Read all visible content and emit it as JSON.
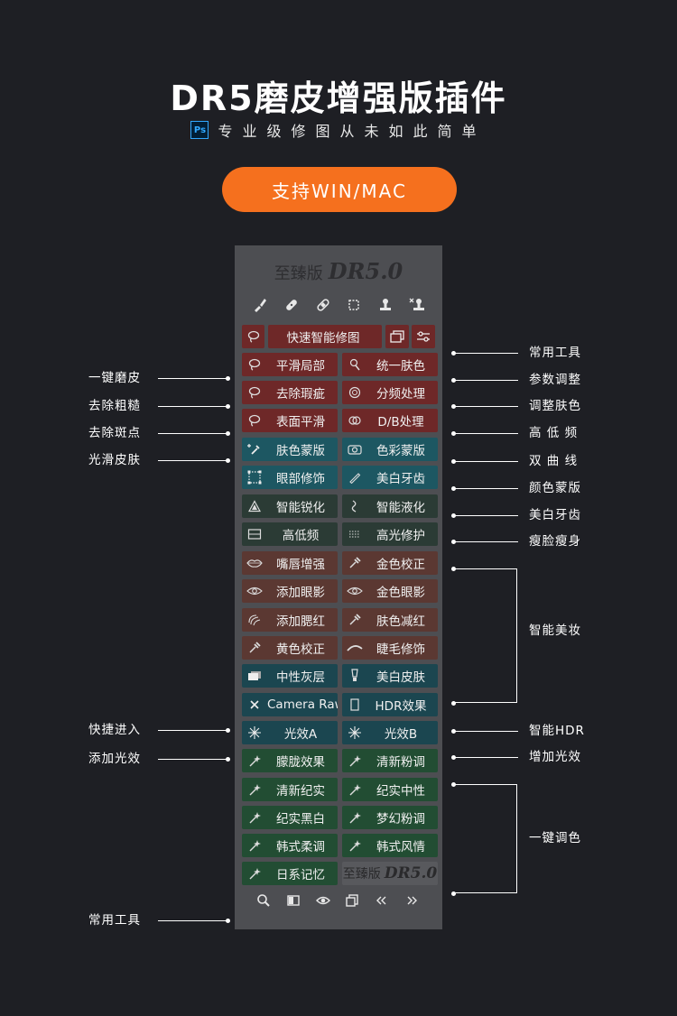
{
  "title": "DR5磨皮增强版插件",
  "subtitle": {
    "badge": "Ps",
    "text": "专业级修图从未如此简单"
  },
  "support_button": "支持WIN/MAC",
  "panel": {
    "logo": {
      "cn": "至臻版",
      "dr": "DR5.0"
    },
    "toolbar_icons": [
      "brush-icon",
      "bandage-icon",
      "heal-icon",
      "chip-icon",
      "stamp-icon",
      "clone-stamp-icon"
    ],
    "buttons": [
      {
        "id": "quick-smart-retouch",
        "label": "快速智能修图",
        "icon": "lasso-icon",
        "color": "red"
      },
      {
        "id": "layers-btn",
        "label": "",
        "icon": "layers-icon",
        "color": "red"
      },
      {
        "id": "settings-btn",
        "label": "",
        "icon": "sliders-icon",
        "color": "red"
      },
      {
        "id": "local-smooth",
        "label": "平滑局部",
        "icon": "lasso-icon",
        "color": "red"
      },
      {
        "id": "unify-skin",
        "label": "统一肤色",
        "icon": "brush-icon",
        "color": "red"
      },
      {
        "id": "remove-blemish",
        "label": "去除瑕疵",
        "icon": "lasso-icon",
        "color": "red"
      },
      {
        "id": "freq-separation",
        "label": "分频处理",
        "icon": "circle-icon",
        "color": "red"
      },
      {
        "id": "surface-smooth",
        "label": "表面平滑",
        "icon": "lasso-icon",
        "color": "red"
      },
      {
        "id": "db-process",
        "label": "D/B处理",
        "icon": "rings-icon",
        "color": "red"
      },
      {
        "id": "skin-mask",
        "label": "肤色蒙版",
        "icon": "dropper-plus-icon",
        "color": "teal"
      },
      {
        "id": "color-mask",
        "label": "色彩蒙版",
        "icon": "camera-icon",
        "color": "teal"
      },
      {
        "id": "eye-retouch",
        "label": "眼部修饰",
        "icon": "select-icon",
        "color": "teal"
      },
      {
        "id": "teeth-whiten",
        "label": "美白牙齿",
        "icon": "pencil-icon",
        "color": "teal"
      },
      {
        "id": "smart-sharpen",
        "label": "智能锐化",
        "icon": "triangle-icon",
        "color": "dkgreen"
      },
      {
        "id": "smart-liquify",
        "label": "智能液化",
        "icon": "wave-icon",
        "color": "dkgreen"
      },
      {
        "id": "high-low-freq",
        "label": "高低频",
        "icon": "frame-icon",
        "color": "dkgreen"
      },
      {
        "id": "highlight-repair",
        "label": "高光修护",
        "icon": "dots-icon",
        "color": "dkgreen"
      },
      {
        "id": "lip-enhance",
        "label": "嘴唇增强",
        "icon": "lips-icon",
        "color": "brown"
      },
      {
        "id": "gold-correct",
        "label": "金色校正",
        "icon": "dropper-icon",
        "color": "brown"
      },
      {
        "id": "add-eyeshadow",
        "label": "添加眼影",
        "icon": "eye-icon",
        "color": "brown"
      },
      {
        "id": "gold-eyeshadow",
        "label": "金色眼影",
        "icon": "eye-icon",
        "color": "brown"
      },
      {
        "id": "add-blush",
        "label": "添加腮红",
        "icon": "blush-icon",
        "color": "brown"
      },
      {
        "id": "skin-reduce-red",
        "label": "肤色减红",
        "icon": "dropper-icon",
        "color": "brown"
      },
      {
        "id": "yellow-correct",
        "label": "黄色校正",
        "icon": "dropper-icon",
        "color": "brown"
      },
      {
        "id": "eyelash-retouch",
        "label": "睫毛修饰",
        "icon": "brow-icon",
        "color": "brown"
      },
      {
        "id": "neutral-gray",
        "label": "中性灰层",
        "icon": "layer-icon",
        "color": "petrol"
      },
      {
        "id": "whiten-skin",
        "label": "美白皮肤",
        "icon": "bulb-icon",
        "color": "petrol"
      },
      {
        "id": "camera-raw",
        "label": "Camera Raw",
        "icon": "x-icon",
        "color": "petrol"
      },
      {
        "id": "hdr-effect",
        "label": "HDR效果",
        "icon": "rect-icon",
        "color": "petrol"
      },
      {
        "id": "light-a",
        "label": "光效A",
        "icon": "sparkle-icon",
        "color": "petrol"
      },
      {
        "id": "light-b",
        "label": "光效B",
        "icon": "sparkle-icon",
        "color": "petrol"
      },
      {
        "id": "hazy-effect",
        "label": "朦胧效果",
        "icon": "wand-icon",
        "color": "green"
      },
      {
        "id": "fresh-pink",
        "label": "清新粉调",
        "icon": "wand-icon",
        "color": "green"
      },
      {
        "id": "fresh-doc",
        "label": "清新纪实",
        "icon": "wand-icon",
        "color": "green"
      },
      {
        "id": "doc-neutral",
        "label": "纪实中性",
        "icon": "wand-icon",
        "color": "green"
      },
      {
        "id": "doc-bw",
        "label": "纪实黑白",
        "icon": "wand-icon",
        "color": "green"
      },
      {
        "id": "dream-pink",
        "label": "梦幻粉调",
        "icon": "wand-icon",
        "color": "green"
      },
      {
        "id": "korean-soft",
        "label": "韩式柔调",
        "icon": "wand-icon",
        "color": "green"
      },
      {
        "id": "korean-style",
        "label": "韩式风情",
        "icon": "wand-icon",
        "color": "green"
      },
      {
        "id": "japan-memory",
        "label": "日系记忆",
        "icon": "wand-icon",
        "color": "green"
      }
    ],
    "logo_button": {
      "cn": "至臻版",
      "dr": "DR5.0"
    },
    "bottom_icons": [
      "zoom-icon",
      "compare-icon",
      "eye-toggle-icon",
      "copy-icon",
      "prev-icon",
      "next-icon"
    ]
  },
  "annotations": {
    "left": [
      "一键磨皮",
      "去除粗糙",
      "去除斑点",
      "光滑皮肤",
      "快捷进入",
      "添加光效",
      "常用工具"
    ],
    "right": [
      "常用工具",
      "参数调整",
      "调整肤色",
      "高 低 频",
      "双 曲 线",
      "颜色蒙版",
      "美白牙齿",
      "瘦脸瘦身",
      "智能美妆",
      "智能HDR",
      "增加光效",
      "一键调色"
    ]
  },
  "colors": {
    "background": "#1e1f24",
    "accent": "#f5701e",
    "panel": "#4d4e52"
  }
}
